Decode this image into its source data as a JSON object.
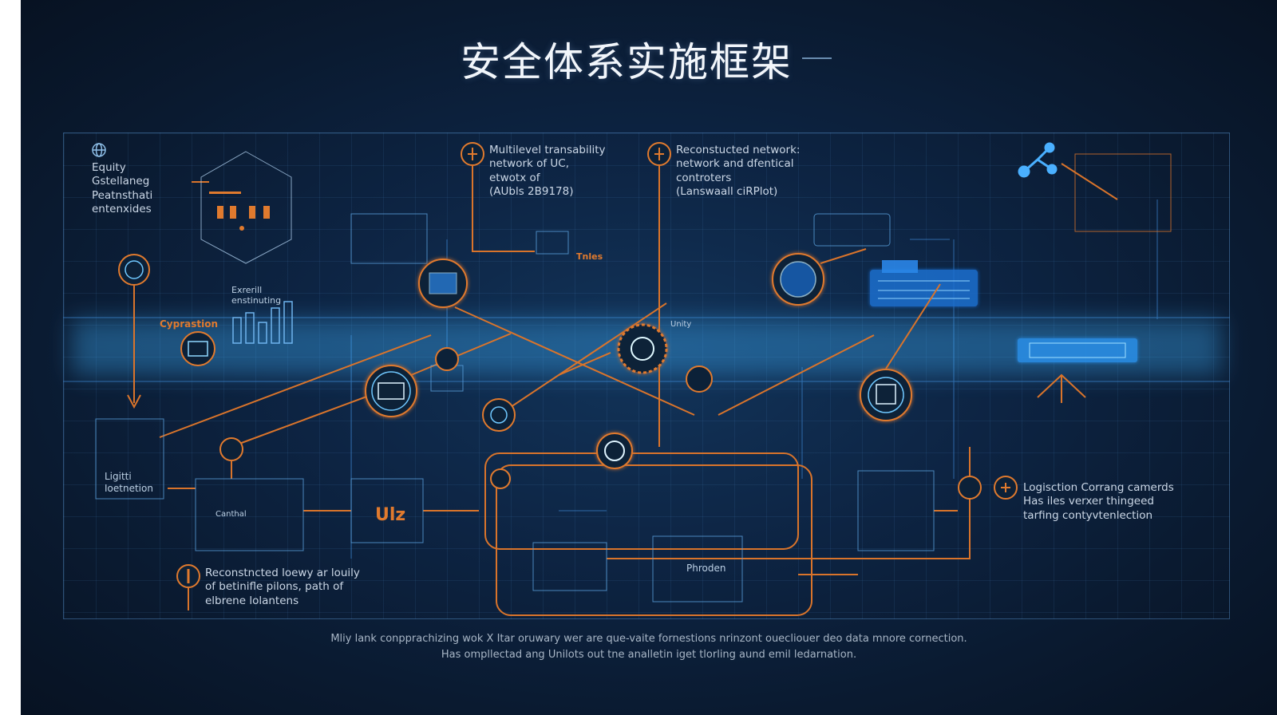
{
  "title": "安全体系实施框架",
  "panels": {
    "equity": {
      "icon": "globe-icon",
      "lines": [
        "Equity",
        "Gstellaneg",
        "Peatnsthati",
        "entenxides"
      ]
    },
    "multilevel": {
      "icon": "orange-node-icon",
      "lines": [
        "Multilevel transability",
        "network of UC,",
        "etwotx of",
        "(AUbls 2B9178)"
      ]
    },
    "reconstructed_network": {
      "icon": "orange-node-icon",
      "lines": [
        "Reconstucted network:",
        "network and dfentical",
        "controters",
        "(Lanswaall ciRPlot)"
      ]
    },
    "reconstructed_loewy": {
      "icon": "orange-node-icon",
      "lines": [
        "Reconstncted loewy ar louily",
        "of betinifle pilons, path of",
        "elbrene lolantens"
      ]
    },
    "logisction": {
      "icon": "orange-node-icon",
      "lines": [
        "Logisction Corrang camerds",
        "Has iles verxer thingeed",
        "tarfing contyvtenlection"
      ]
    }
  },
  "diagram_labels": {
    "cyprastion": "Cyprastion",
    "exrerill": [
      "Exrerill",
      "enstinuting"
    ],
    "ligitti": [
      "Ligitti",
      "Ioetnetion"
    ],
    "tnles": "Tnles",
    "unity": "Unity",
    "phroden": "Phroden",
    "canthal": "Canthal",
    "ulz": "Ulz"
  },
  "caption": [
    "Mliy lank conpprachizing wok X Itar oruwary wer are que-vaite fornestions nrinzont ouecliouer deo data mnore cornection.",
    "Has ompllectad ang Unilots out tne analletin iget tlorling aund emil ledarnation."
  ],
  "colors": {
    "background": "#0d2443",
    "accent_orange": "#e07a2e",
    "beam_cyan": "#7fe0ff",
    "text": "#cbd7e6"
  }
}
